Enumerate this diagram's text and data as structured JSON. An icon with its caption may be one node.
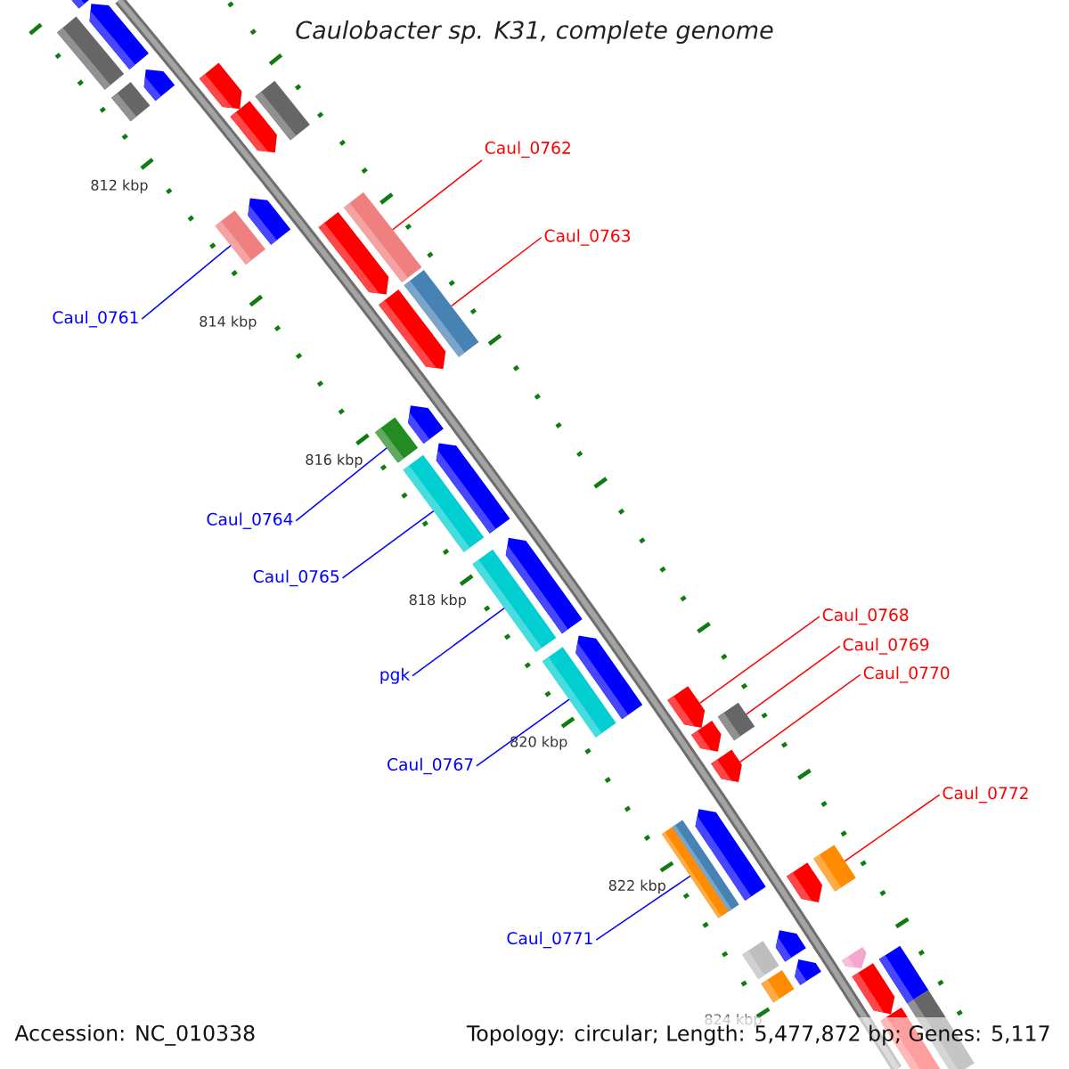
{
  "diagram": {
    "title": "Caulobacter sp. K31, complete genome",
    "nodes": [
      {
        "text": [
          "Caul_0761"
        ]
      },
      {
        "text": [
          "Caul_0762"
        ]
      },
      {
        "text": [
          "Caul_0763"
        ]
      },
      {
        "text": [
          "Caul_0764"
        ]
      },
      {
        "text": [
          "Caul_0765"
        ]
      },
      {
        "text": [
          "pgk"
        ]
      },
      {
        "text": [
          "Caul_0767"
        ]
      },
      {
        "text": [
          "Caul_0768"
        ]
      },
      {
        "text": [
          "Caul_0769"
        ]
      },
      {
        "text": [
          "Caul_0770"
        ]
      },
      {
        "text": [
          "Caul_0771"
        ]
      },
      {
        "text": [
          "Caul_0772"
        ]
      },
      {
        "text": [],
        "shape": "arrow"
      },
      {
        "text": [],
        "shape": "bar"
      },
      {
        "text": [],
        "shape": "arrow"
      },
      {
        "text": [],
        "shape": "bar"
      },
      {
        "text": [],
        "shape": "arrow"
      },
      {
        "text": [],
        "shape": "arrow"
      },
      {
        "text": [],
        "shape": "arrow"
      },
      {
        "text": [],
        "shape": "bar"
      },
      {
        "text": [],
        "shape": "bar"
      },
      {
        "text": [],
        "shape": "arrow"
      },
      {
        "text": [],
        "shape": "arrow"
      },
      {
        "text": [],
        "shape": "bar"
      },
      {
        "text": [],
        "shape": "arrow"
      },
      {
        "text": [],
        "shape": "bar"
      },
      {
        "text": [],
        "shape": "bar"
      },
      {
        "text": [],
        "shape": "arrow"
      },
      {
        "text": [],
        "shape": "bar"
      },
      {
        "text": [],
        "shape": "arrow"
      },
      {
        "text": [],
        "shape": "bar"
      },
      {
        "text": [],
        "shape": "arrow"
      },
      {
        "text": [],
        "shape": "bar"
      },
      {
        "text": [],
        "shape": "arrow"
      },
      {
        "text": [],
        "shape": "arrow"
      },
      {
        "text": [],
        "shape": "arrow"
      },
      {
        "text": [],
        "shape": "bar"
      },
      {
        "text": [],
        "shape": "arrow"
      },
      {
        "text": [],
        "shape": "bar"
      },
      {
        "text": [],
        "shape": "bar"
      },
      {
        "text": [],
        "shape": "arrow"
      },
      {
        "text": [],
        "shape": "arrow"
      },
      {
        "text": [],
        "shape": "bar"
      },
      {
        "text": [],
        "shape": "bar"
      },
      {
        "text": [],
        "shape": "arrow"
      },
      {
        "text": [],
        "shape": "bar"
      },
      {
        "text": [],
        "shape": "arrow"
      },
      {
        "text": [],
        "shape": "arrow"
      },
      {
        "text": [],
        "shape": "arrow"
      },
      {
        "text": [],
        "shape": "bar"
      },
      {
        "text": [],
        "shape": "arrow"
      },
      {
        "text": [],
        "shape": "bar"
      }
    ],
    "edges": [
      {
        "from": 0,
        "to": 20,
        "arrow": "none",
        "color": "#0000ff"
      },
      {
        "from": 1,
        "to": 23,
        "arrow": "none",
        "color": "#ff0000"
      },
      {
        "from": 2,
        "to": 25,
        "arrow": "none",
        "color": "#ff0000"
      },
      {
        "from": 3,
        "to": 26,
        "arrow": "none",
        "color": "#0000ff"
      },
      {
        "from": 4,
        "to": 28,
        "arrow": "none",
        "color": "#0000ff"
      },
      {
        "from": 5,
        "to": 30,
        "arrow": "none",
        "color": "#0000ff"
      },
      {
        "from": 6,
        "to": 32,
        "arrow": "none",
        "color": "#0000ff"
      },
      {
        "from": 7,
        "to": 34,
        "arrow": "none",
        "color": "#ff0000"
      },
      {
        "from": 8,
        "to": 36,
        "arrow": "none",
        "color": "#ff0000"
      },
      {
        "from": 9,
        "to": 37,
        "arrow": "none",
        "color": "#ff0000"
      },
      {
        "from": 10,
        "to": 38,
        "arrow": "none",
        "color": "#0000ff"
      },
      {
        "from": 11,
        "to": 42,
        "arrow": "none",
        "color": "#ff0000"
      }
    ],
    "labels": [
      "812 kbp",
      "814 kbp",
      "816 kbp",
      "818 kbp",
      "820 kbp",
      "822 kbp",
      "824 kbp",
      "Accession: NC_010338",
      "Topology: circular; Length: 5,477,872 bp; Genes: 5,117"
    ]
  }
}
